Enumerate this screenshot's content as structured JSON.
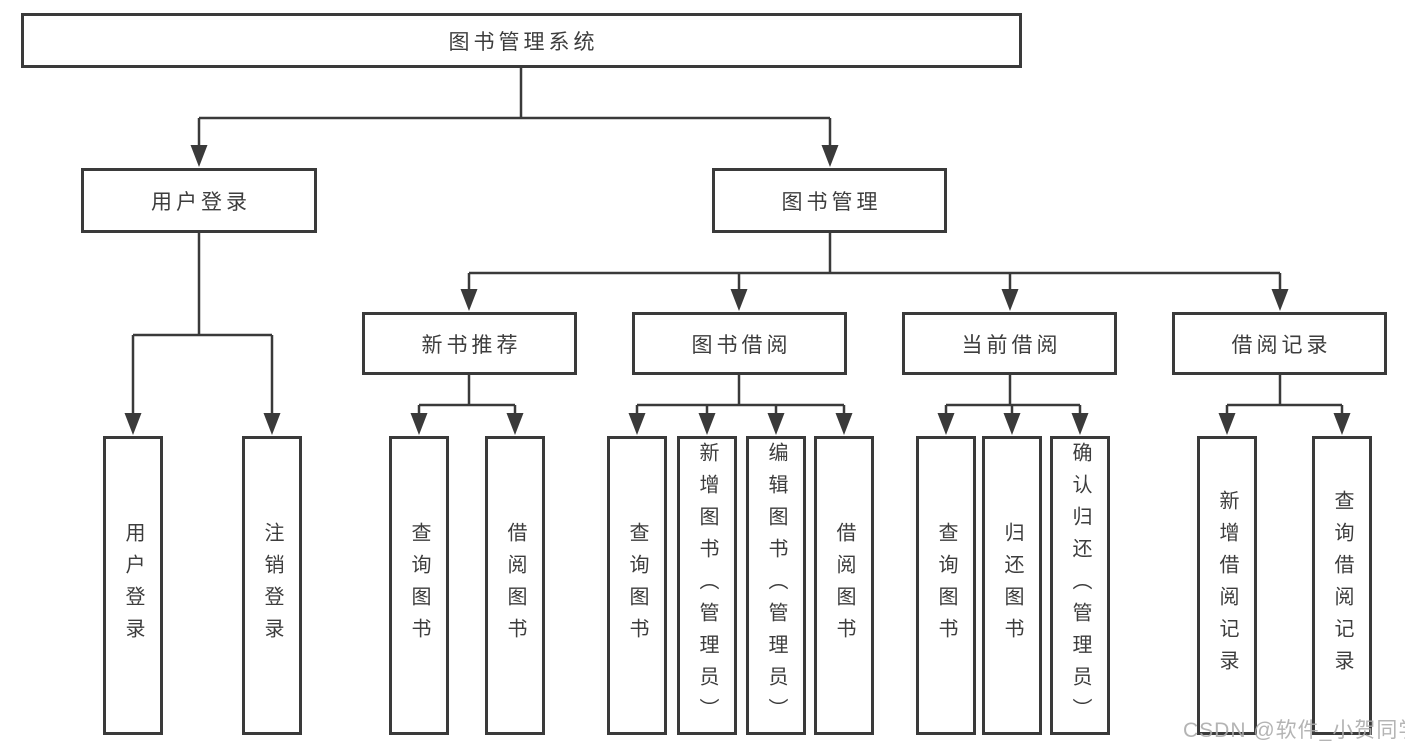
{
  "diagram": {
    "root": "图书管理系统",
    "level2": {
      "user_login": "用户登录",
      "book_management": "图书管理"
    },
    "level3": {
      "new_book_recommendation": "新书推荐",
      "book_borrowing": "图书借阅",
      "current_borrowing": "当前借阅",
      "borrowing_records": "借阅记录"
    },
    "leaves": {
      "user_login": [
        "用户登录",
        "注销登录"
      ],
      "new_book_recommendation": [
        "查询图书",
        "借阅图书"
      ],
      "book_borrowing": [
        "查询图书",
        "新增图书（管理员）",
        "编辑图书（管理员）",
        "借阅图书"
      ],
      "current_borrowing": [
        "查询图书",
        "归还图书",
        "确认归还（管理员）"
      ],
      "borrowing_records": [
        "新增借阅记录",
        "查询借阅记录"
      ]
    }
  },
  "watermark": "CSDN @软件_小贺同学",
  "colors": {
    "line": "#3a3a3a",
    "text": "#3d3d3d",
    "watermark": "#acacac",
    "background": "#ffffff"
  }
}
